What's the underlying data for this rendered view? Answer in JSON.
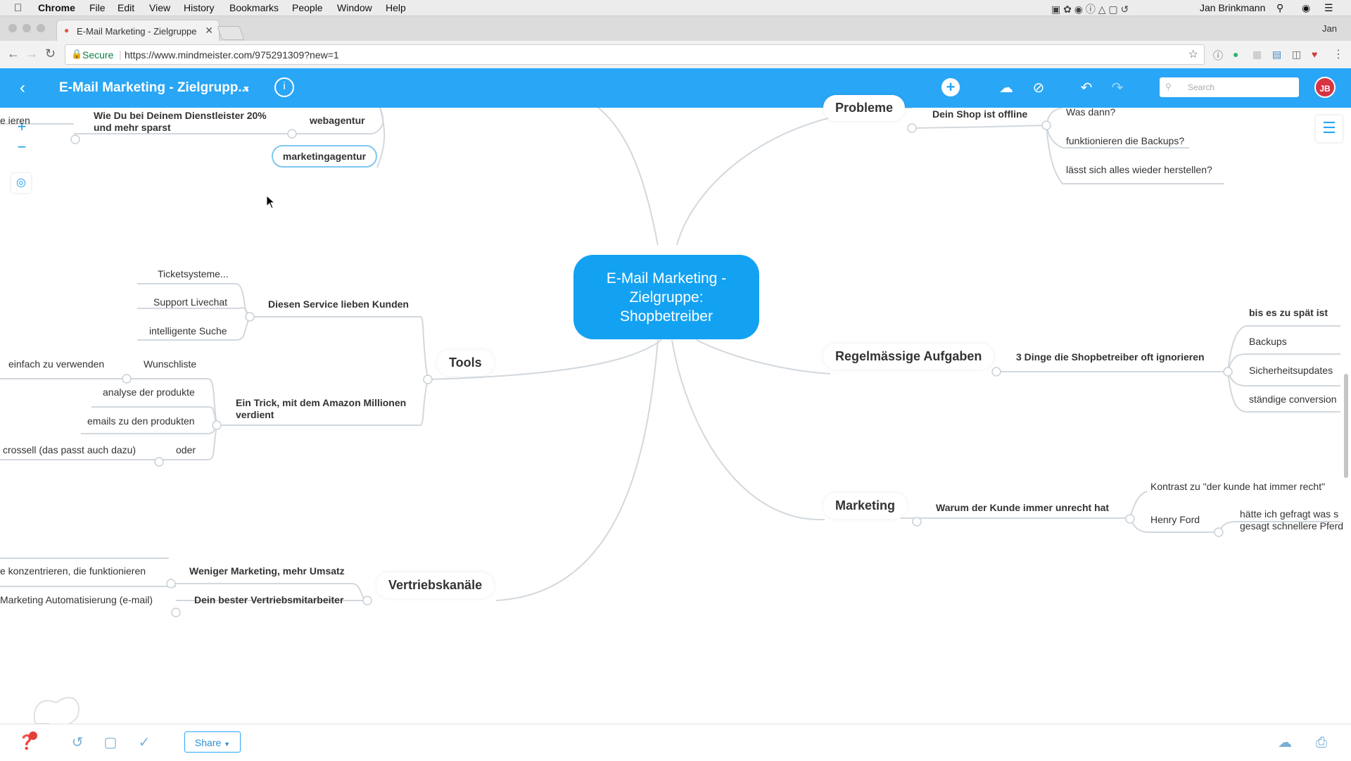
{
  "menubar": {
    "app": "Chrome",
    "items": [
      "File",
      "Edit",
      "View",
      "History",
      "Bookmarks",
      "People",
      "Window",
      "Help"
    ],
    "user": "Jan Brinkmann"
  },
  "browser": {
    "tab_title": "E-Mail Marketing - Zielgruppe",
    "profile": "Jan",
    "secure_label": "Secure",
    "url": "https://www.mindmeister.com/975291309?new=1"
  },
  "app": {
    "map_title": "E-Mail Marketing - Zielgrupp...",
    "search_placeholder": "Search",
    "avatar_initials": "JB",
    "share_label": "Share"
  },
  "mindmap": {
    "center": {
      "line1": "E-Mail Marketing -",
      "line2": "Zielgruppe:",
      "line3": "Shopbetreiber"
    },
    "branches": {
      "probleme": "Probleme",
      "regelmaessige": "Regelmässige Aufgaben",
      "marketing": "Marketing",
      "tools": "Tools",
      "vertrieb": "Vertriebskanäle"
    },
    "nodes": {
      "shop_offline": "Dein Shop ist offline",
      "was_dann": "Was dann?",
      "backups_q": "funktionieren die Backups?",
      "herstellen": "lässt sich alles wieder herstellen?",
      "drei_dinge": "3 Dinge die Shopbetreiber oft ignorieren",
      "zu_spaet": "bis es zu spät ist",
      "backups": "Backups",
      "sicherheit": "Sicherheitsupdates",
      "conversion": "ständige conversion",
      "unrecht": "Warum der Kunde immer unrecht hat",
      "kontrast": "Kontrast zu \"der kunde hat immer recht\"",
      "henry": "Henry Ford",
      "haette1": "hätte ich gefragt was s",
      "haette2": "gesagt schnellere Pferd",
      "dienstleister1": "Wie Du bei Deinem Dienstleister 20%",
      "dienstleister2": "und mehr sparst",
      "partial_left": "e ieren",
      "webagentur": "webagentur",
      "marketingagentur": "marketingagentur",
      "service": "Diesen Service lieben Kunden",
      "ticket": "Ticketsysteme...",
      "livechat": "Support Livechat",
      "suche": "intelligente Suche",
      "trick1": "Ein Trick, mit dem Amazon Millionen",
      "trick2": "verdient",
      "wunschliste": "Wunschliste",
      "einfach": "einfach zu verwenden",
      "analyse": "analyse der produkte",
      "emails": "emails zu den produkten",
      "oder": "oder",
      "crossell": "crossell (das passt auch dazu)",
      "weniger": "Weniger Marketing, mehr Umsatz",
      "konzentrieren": "e konzentrieren, die funktionieren",
      "bester": "Dein bester Vertriebsmitarbeiter",
      "automatisierung": "Marketing Automatisierung (e-mail)"
    }
  },
  "colors": {
    "accent": "#29a6f5",
    "center_node": "#13a2f2",
    "avatar": "#d63343",
    "connector": "#d2d8dd"
  }
}
